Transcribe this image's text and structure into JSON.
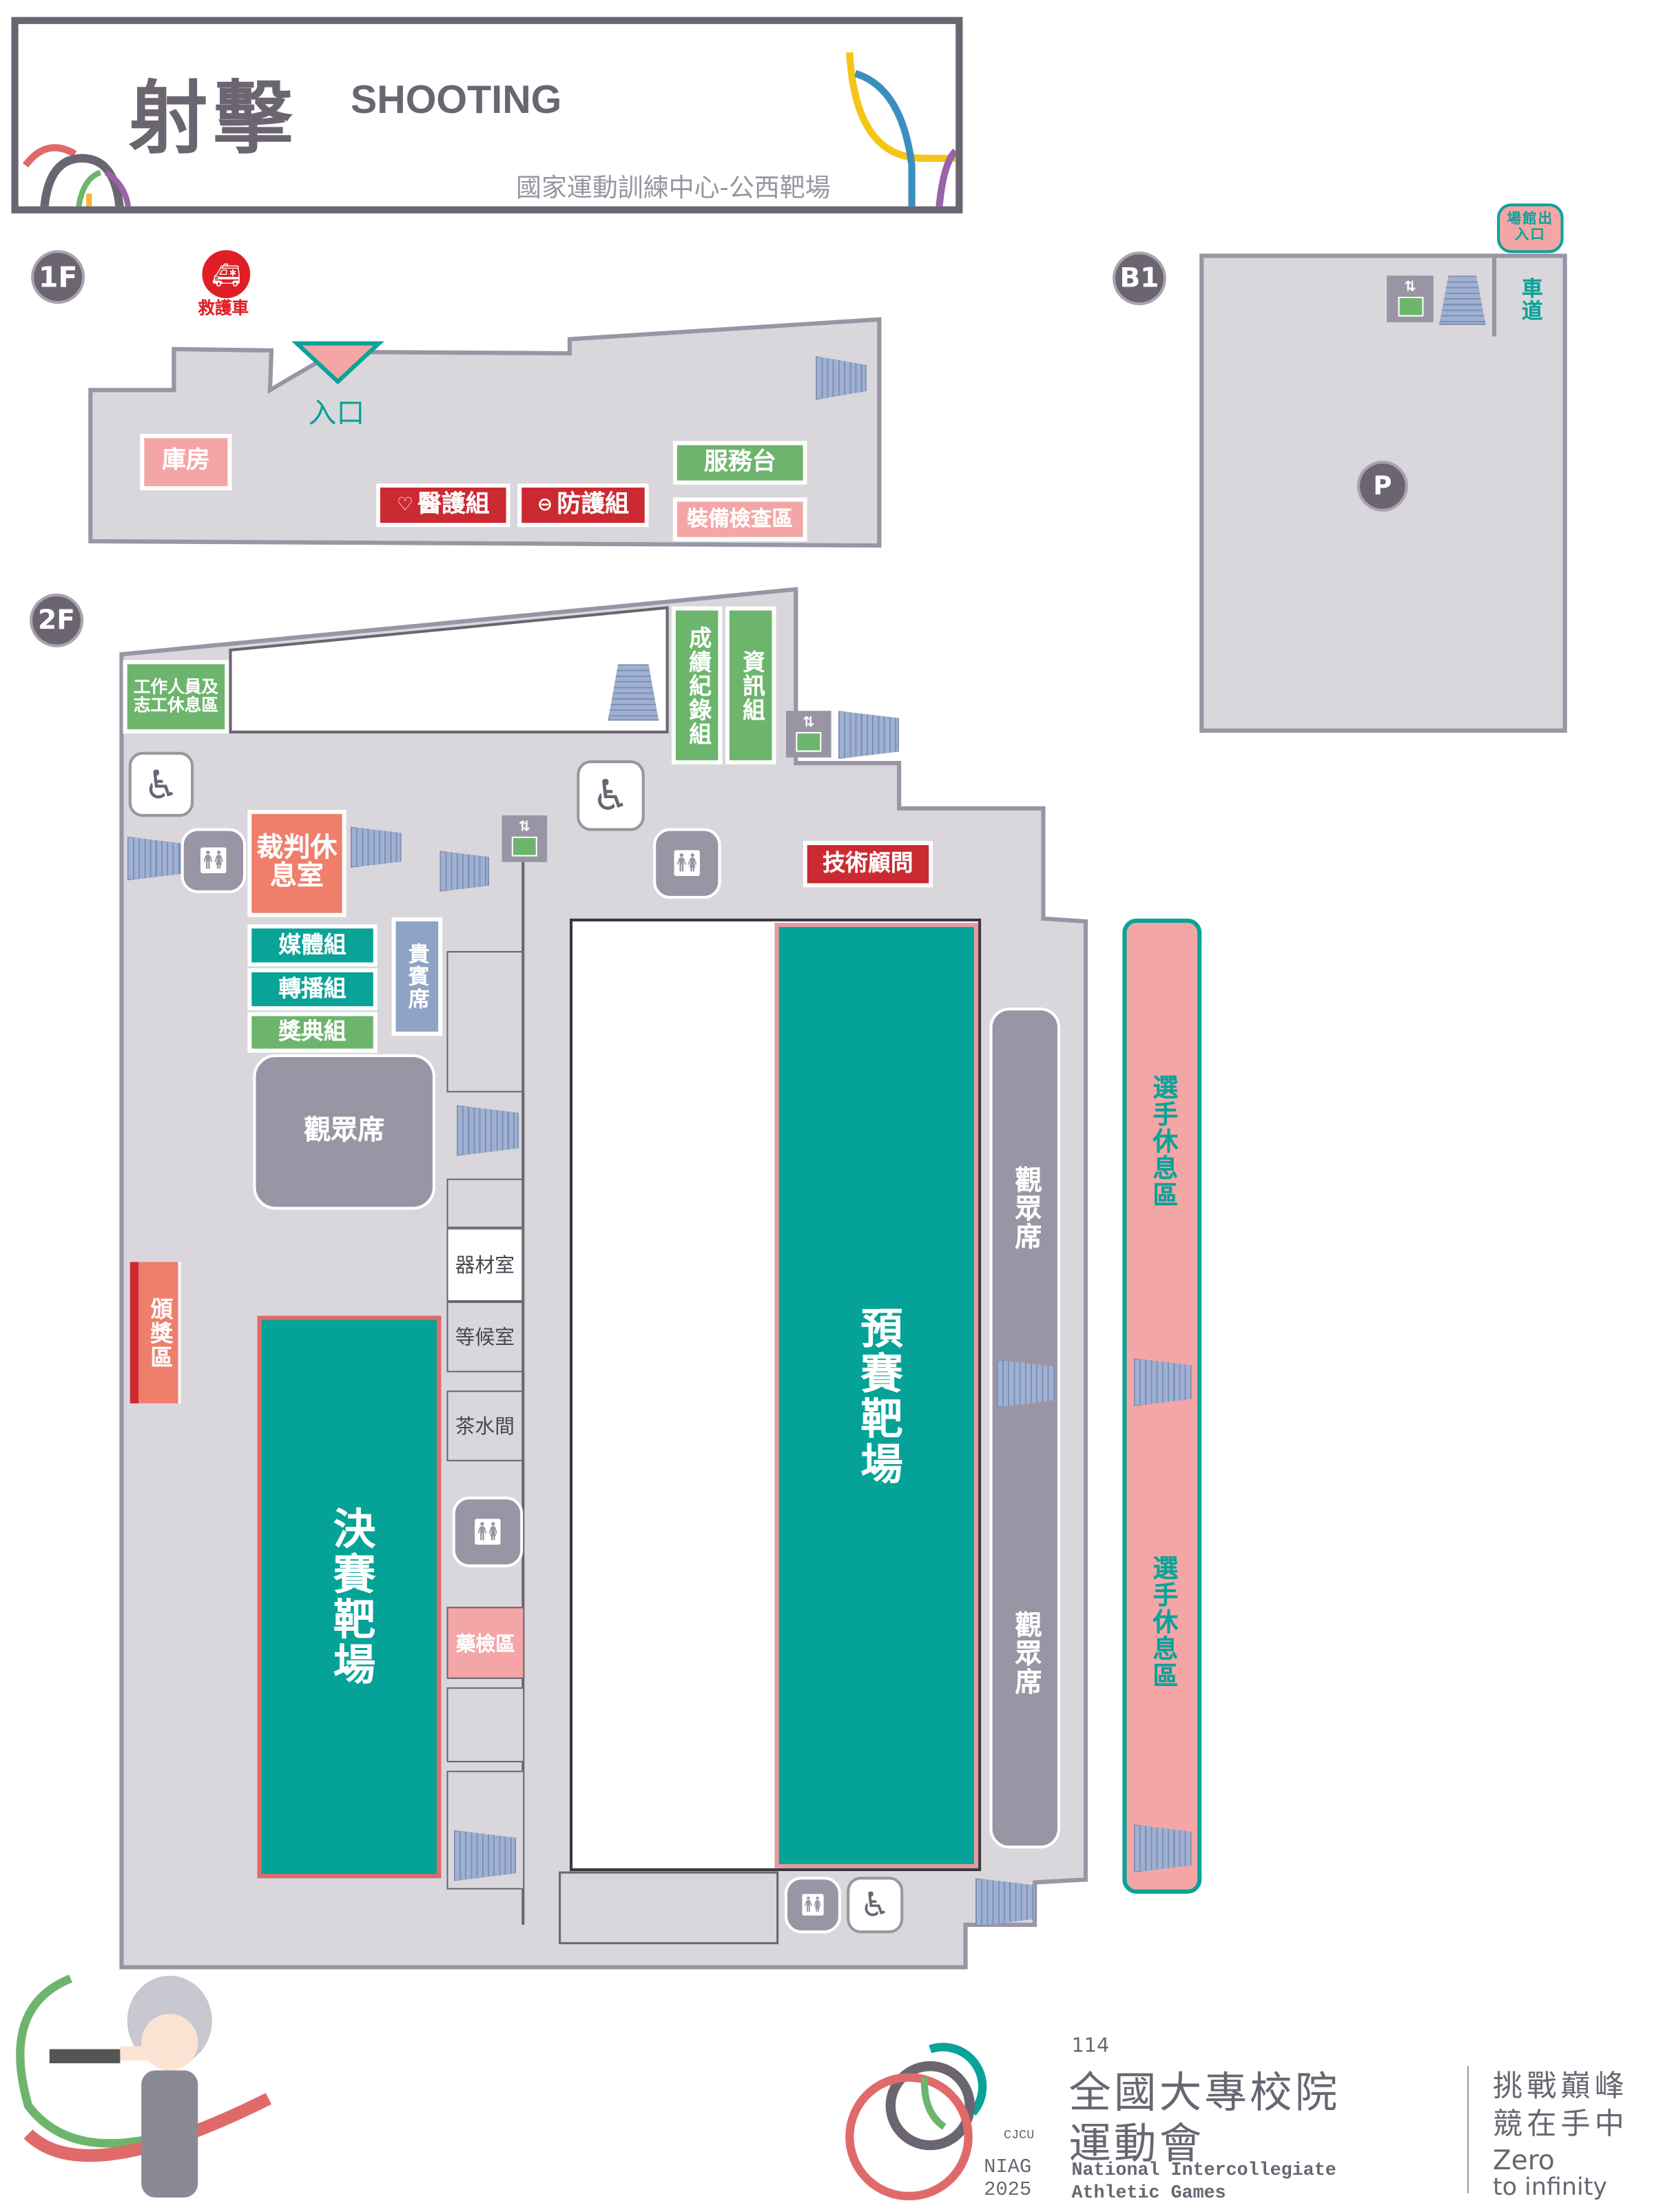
{
  "header": {
    "title_zh": "射擊",
    "title_en": "SHOOTING",
    "venue": "國家運動訓練中心-公西靶場"
  },
  "floors": {
    "f1": {
      "badge": "1F",
      "ambulance": "救護車",
      "entrance": "入口",
      "rooms": {
        "storage": "庫房",
        "medical": "醫護組",
        "protection": "防護組",
        "service": "服務台",
        "equipment_check": "裝備檢查區"
      }
    },
    "f2": {
      "badge": "2F",
      "rooms": {
        "staff_rest": "工作人員及志工休息區",
        "results": "成績紀錄組",
        "info": "資訊組",
        "referee_rest": "裁判休息室",
        "tech_advisor": "技術顧問",
        "media": "媒體組",
        "broadcast": "轉播組",
        "awards_team": "獎典組",
        "vip": "貴賓席",
        "spectators_1": "觀眾席",
        "equipment_room": "器材室",
        "waiting_room": "等候室",
        "tea_room": "茶水間",
        "doping": "藥檢區",
        "awards_area": "頒獎區",
        "final_range": "決賽靶場",
        "qualification_range": "預賽靶場",
        "spectators_2": "觀眾席",
        "spectators_3": "觀眾席",
        "athlete_rest_1": "選手休息區",
        "athlete_rest_2": "選手休息區"
      }
    },
    "b1": {
      "badge": "B1",
      "venue_entrance": "場館出入口",
      "driveway": "車道",
      "parking": "P"
    }
  },
  "footer": {
    "edition": "114",
    "games_zh_1": "全國大專校院",
    "games_zh_2": "運動會",
    "host": "CJCU",
    "niag": "NIAG",
    "year": "2025",
    "games_en_1": "National Intercollegiate",
    "games_en_2": "Athletic Games",
    "slogan_1": "挑戰巔峰",
    "slogan_2": "競在手中",
    "slogan_en_1": "Zero",
    "slogan_en_2": "to infinity"
  },
  "colors": {
    "frame": "#6b6572",
    "floor": "#d9d7db",
    "floor_border": "#9a95a5",
    "teal": "#0aa398",
    "green": "#6db56d",
    "red": "#cc2a33",
    "pink": "#f4a6a6",
    "salmon": "#ef7e6a",
    "slate": "#8fa3c4"
  }
}
